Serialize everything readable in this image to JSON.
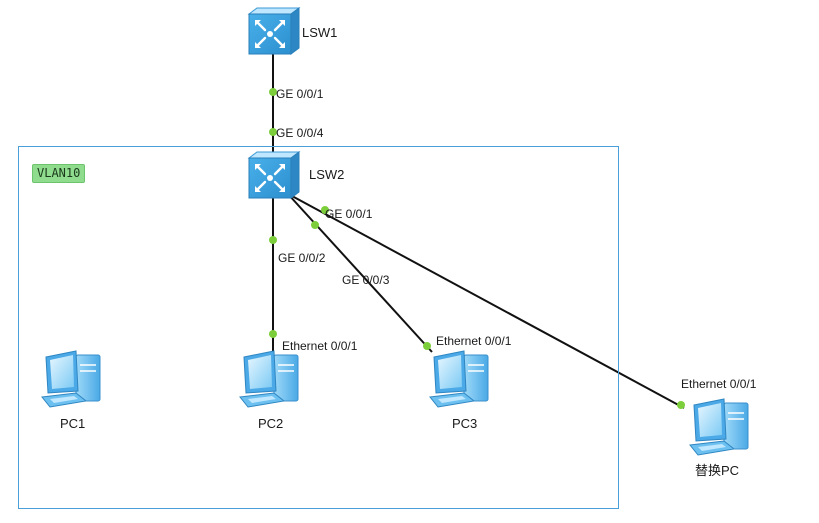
{
  "vlan": {
    "label": "VLAN10"
  },
  "devices": {
    "lsw1": {
      "label": "LSW1",
      "icon": "switch-icon"
    },
    "lsw2": {
      "label": "LSW2",
      "icon": "switch-icon"
    },
    "pc1": {
      "label": "PC1",
      "icon": "pc-icon"
    },
    "pc2": {
      "label": "PC2",
      "icon": "pc-icon"
    },
    "pc3": {
      "label": "PC3",
      "icon": "pc-icon"
    },
    "pc4": {
      "label": "替换PC",
      "icon": "pc-icon"
    }
  },
  "ports": {
    "lsw1_ge001": "GE 0/0/1",
    "lsw2_ge004": "GE 0/0/4",
    "lsw2_ge001": "GE 0/0/1",
    "lsw2_ge002": "GE 0/0/2",
    "lsw2_ge003": "GE 0/0/3",
    "pc2_eth": "Ethernet 0/0/1",
    "pc3_eth": "Ethernet 0/0/1",
    "pc4_eth": "Ethernet 0/0/1"
  },
  "colors": {
    "link": "#111111",
    "port_dot": "#7ccf3a",
    "vlan_border": "#4a9fd8",
    "vlan_tag_bg": "#8fdc8f",
    "device_blue": "#5bb7ee"
  }
}
